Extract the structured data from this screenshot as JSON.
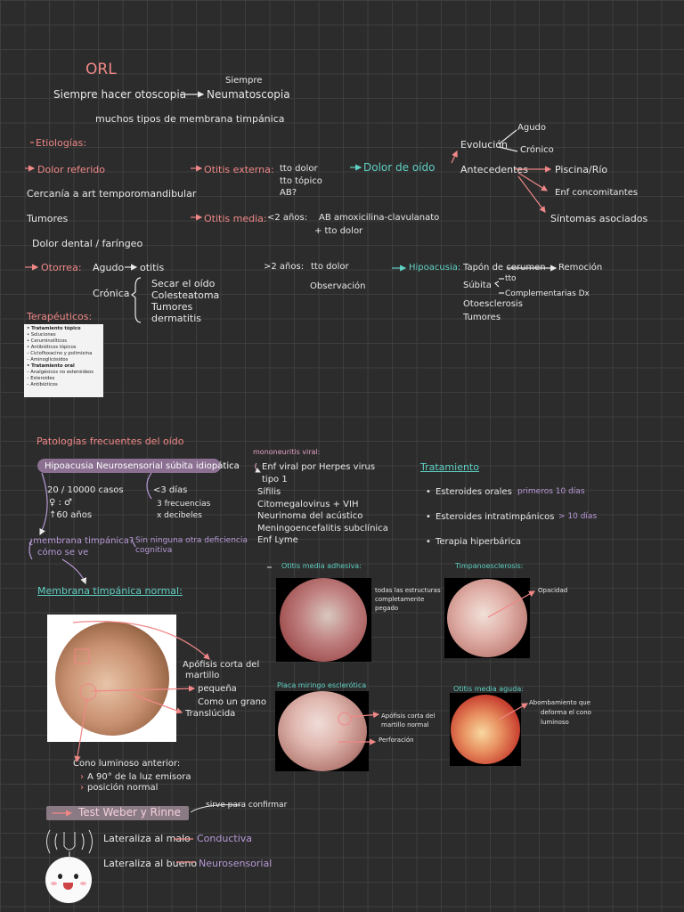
{
  "header": {
    "title": "ORL",
    "line1_left": "Siempre hacer otoscopia",
    "line1_top": "Siempre",
    "line1_right": "Neumatoscopia",
    "line2": "muchos tipos de membrana timpánica"
  },
  "etiologias": {
    "title": "Etiologías:",
    "dolor_referido": "Dolor referido",
    "cercania": "Cercanía a art temporomandibular",
    "tumores": "Tumores",
    "dolor_dental": "Dolor dental / faríngeo",
    "otitis_externa": "Otitis externa:",
    "tto_dolor": "tto dolor",
    "tto_topico": "tto tópico",
    "ab": "AB?",
    "otitis_media": "Otitis media:",
    "menos2": "<2 años:",
    "ab_amox": "AB amoxicilina-clavulanato",
    "tto_dolor2": "+ tto dolor",
    "mas2": ">2 años:",
    "tto_dolor3": "tto dolor",
    "observacion": "Observación"
  },
  "dolor_oido": {
    "label": "Dolor de oído",
    "evolucion": "Evolución",
    "agudo": "Agudo",
    "cronico": "Crónico",
    "antecedentes": "Antecedentes",
    "piscina": "Piscina/Río",
    "enf": "Enf concomitantes",
    "sintomas": "Síntomas asociados"
  },
  "otorrea": {
    "label": "Otorrea:",
    "agudo": "Agudo",
    "otitis": "otitis",
    "cronica": "Crónica",
    "items": [
      "Secar el oído",
      "Colesteatoma",
      "Tumores",
      "dermatitis"
    ]
  },
  "hipoacusia": {
    "label": "Hipoacusia:",
    "tapon": "Tapón de cerumen",
    "remocion": "Remoción",
    "subita": "Súbita",
    "tto": "tto",
    "complementarias": "Complementarias Dx",
    "otoesclerosis": "Otoesclerosis",
    "tumores": "Tumores"
  },
  "terapeuticos": {
    "title": "Terapéuticos:",
    "card": [
      "• Tratamiento tópico",
      "    • Soluciones",
      "    • Ceruminolíticos",
      "    • Antibióticos tópicos",
      "        – Ciclofloxacino y polimixina",
      "        – Aminoglicósidos",
      "• Tratamiento oral",
      "  – Analgésicos no esteroideos",
      "  – Esteroides",
      "  – Antibióticos"
    ]
  },
  "patologias": {
    "title": "Patologías frecuentes del oído",
    "pill": "Hipoacusia Neurosensorial súbita idiopática",
    "casos": "20 / 10000 casos",
    "sexo": "♀ : ♂",
    "edad": "↑60 años",
    "dias": "<3 días",
    "frecuencias": "3 frecuencias",
    "decibeles": "x decibeles",
    "membrana_q": "¿membrana timpánica?",
    "como_se_ve": "cómo se ve",
    "sin_ninguna": "Sin ninguna otra deficiencia",
    "cognitiva": "cognitiva",
    "mononeuritis": "mononeuritis viral:",
    "enf_viral": "Enf viral por Herpes virus",
    "tipo": "tipo 1",
    "sifilis": "Sífilis",
    "citomegalovirus": "Citomegalovirus + VIH",
    "neurinoma": "Neurinoma del acústico",
    "meningo": "Meningoencefalitis subclínica",
    "lyme": "Enf Lyme",
    "tratamiento": "Tratamiento",
    "esteroides_orales": "Esteroides orales",
    "primeros": "primeros 10 días",
    "esteroides_intra": "Esteroides intratimpánicos",
    "mas10": "> 10 días",
    "terapia": "Terapia hiperbárica"
  },
  "membrana_normal": {
    "title": "Membrana timpánica normal:",
    "apofisis": "Apófisis corta del",
    "martillo": "martillo",
    "pequena": "pequeña",
    "grano": "Como un grano",
    "translucida": "Translúcida",
    "cono_title": "Cono luminoso anterior:",
    "cono1": "A 90° de la luz emisora",
    "cono2": "posición normal"
  },
  "photos": {
    "adhesiva_title": "Otitis media adhesiva:",
    "adhesiva_note1": "todas las estructuras",
    "adhesiva_note2": "completamente",
    "adhesiva_note3": "pegado",
    "timpano_title": "Timpanoesclerosis:",
    "opacidad": "Opacidad",
    "placa_title": "Placa miringo esclerótica",
    "apofisis1": "Apófisis corta del",
    "apofisis2": "martillo normal",
    "perforacion": "Perforación",
    "aguda_title": "Otitis media aguda:",
    "abomb1": "Abombamiento que",
    "abomb2": "deforma el cono",
    "abomb3": "luminoso"
  },
  "tests": {
    "title": "Test Weber y Rinne",
    "sirve": "sirve para confirmar",
    "line1_a": "Lateraliza al malo",
    "line1_b": "Conductiva",
    "line2_a": "Lateraliza al bueno",
    "line2_b": "Neurosensorial"
  },
  "colors": {
    "background": "#2c2c2c",
    "grid": "#3e3e3e",
    "red": "#f08787",
    "teal": "#5fd0c3",
    "purple": "#b89ad8",
    "pill": "#8b7092"
  }
}
